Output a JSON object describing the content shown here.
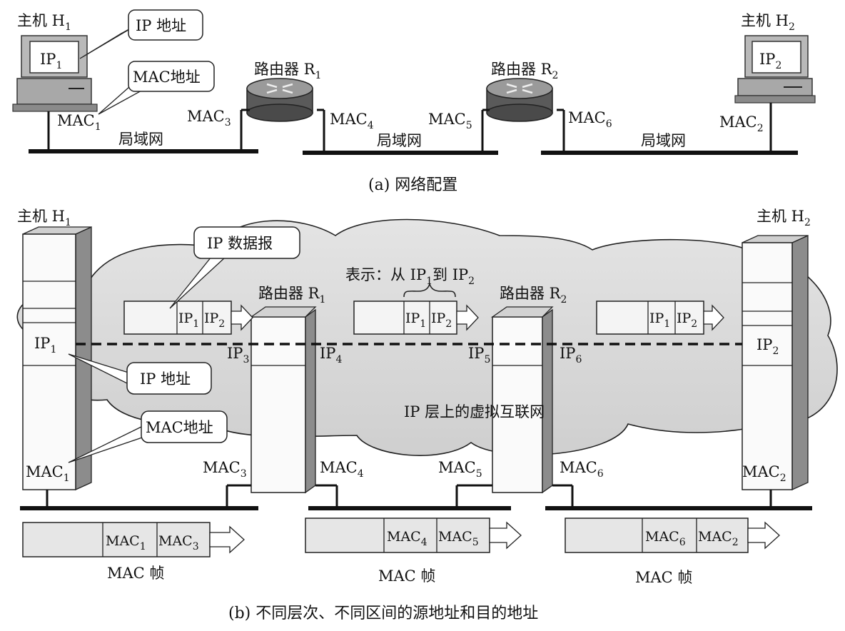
{
  "part_a": {
    "caption": "(a) 网络配置",
    "host1_label": "主机 H",
    "host1_sub": "1",
    "host2_label": "主机 H",
    "host2_sub": "2",
    "router1_label": "路由器 R",
    "router1_sub": "1",
    "router2_label": "路由器 R",
    "router2_sub": "2",
    "ip1_main": "IP",
    "ip1_sub": "1",
    "ip2_main": "IP",
    "ip2_sub": "2",
    "callout_ip": "IP 地址",
    "callout_mac": "MAC地址",
    "mac_main": "MAC",
    "mac1_sub": "1",
    "mac2_sub": "2",
    "mac3_sub": "3",
    "mac4_sub": "4",
    "mac5_sub": "5",
    "mac6_sub": "6",
    "lan_label": "局域网"
  },
  "part_b": {
    "caption": "(b) 不同层次、不同区间的源地址和目的地址",
    "host1_label": "主机 H",
    "host1_sub": "1",
    "host2_label": "主机 H",
    "host2_sub": "2",
    "router1_label": "路由器 R",
    "router1_sub": "1",
    "router2_label": "路由器 R",
    "router2_sub": "2",
    "callout_datagram": "IP 数据报",
    "callout_ip": "IP 地址",
    "callout_mac": "MAC地址",
    "represent_text": "表示：从 IP",
    "represent_sub": "1",
    "represent_to": "到 IP",
    "represent_sub2": "2",
    "cloud_label": "IP 层上的虚拟互联网",
    "ip_main": "IP",
    "mac_main": "MAC",
    "frame_label": "MAC 帧",
    "subs": {
      "s1": "1",
      "s2": "2",
      "s3": "3",
      "s4": "4",
      "s5": "5",
      "s6": "6"
    }
  }
}
